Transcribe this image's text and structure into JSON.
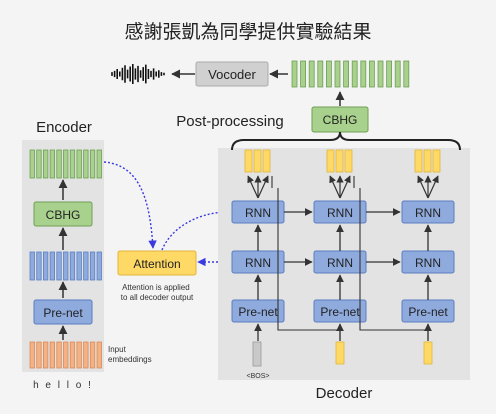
{
  "title": "感謝張凱為同學提供實驗結果",
  "vocoder_label": "Vocoder",
  "post_processing_label": "Post-processing",
  "cbhg_top_label": "CBHG",
  "encoder": {
    "title": "Encoder",
    "cbhg_label": "CBHG",
    "prenet_label": "Pre-net",
    "input_label_line1": "Input",
    "input_label_line2": "embeddings",
    "input_text": "h e l l o !"
  },
  "attention": {
    "label": "Attention",
    "note_line1": "Attention is applied",
    "note_line2": "to all decoder output"
  },
  "decoder": {
    "title": "Decoder",
    "rnn_label": "RNN",
    "prenet_label": "Pre-net",
    "bos_label": "<BOS>"
  },
  "colors": {
    "green": "#a9d18e",
    "green_dark": "#6f9e54",
    "blue": "#8faadc",
    "blue_dark": "#5b7fc2",
    "yellow": "#ffd966",
    "yellow_dark": "#e0b43a",
    "orange": "#f4b183",
    "grey_bar": "#c9c9c9",
    "panel": "#e3e3e3",
    "arrow_dotted": "#3a3ae0"
  }
}
